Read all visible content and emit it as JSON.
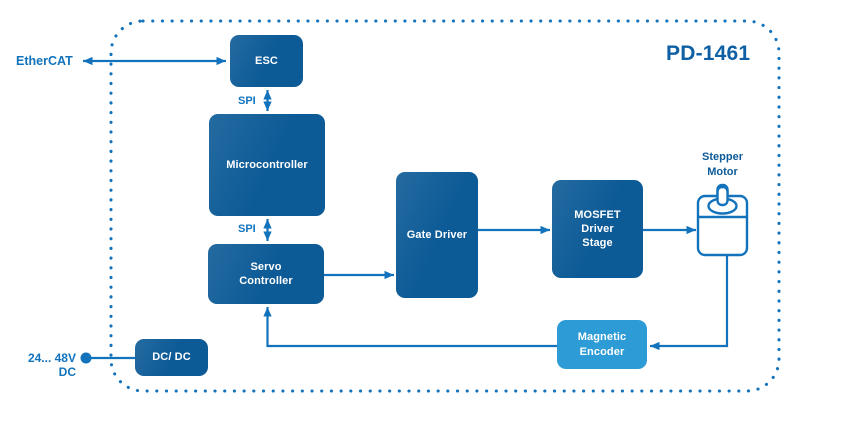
{
  "diagram": {
    "title": "PD-1461",
    "blocks": {
      "esc": {
        "label": "ESC"
      },
      "microcontroller": {
        "label": "Microcontroller"
      },
      "servo_controller": {
        "label": "Servo\nController"
      },
      "gate_driver": {
        "label": "Gate Driver"
      },
      "mosfet_driver_stage": {
        "label": "MOSFET\nDriver\nStage"
      },
      "dc_dc": {
        "label": "DC/ DC"
      },
      "magnetic_encoder": {
        "label": "Magnetic\nEncoder"
      }
    },
    "labels": {
      "ethercat": "EtherCAT",
      "spi_top": "SPI",
      "spi_bottom": "SPI",
      "stepper_motor": "Stepper\nMotor",
      "power_input": "24... 48V DC"
    },
    "icons": {
      "stepper_motor_icon": "stepper-motor outline drawing",
      "power_node_icon": "filled circle connector"
    },
    "connections": [
      {
        "from": "EtherCAT",
        "to": "ESC",
        "style": "bidirectional-arrow"
      },
      {
        "from": "ESC",
        "to": "Microcontroller",
        "label": "SPI",
        "style": "bidirectional-arrow"
      },
      {
        "from": "Microcontroller",
        "to": "Servo Controller",
        "label": "SPI",
        "style": "bidirectional-arrow"
      },
      {
        "from": "Servo Controller",
        "to": "Gate Driver",
        "style": "arrow"
      },
      {
        "from": "Gate Driver",
        "to": "MOSFET Driver Stage",
        "style": "arrow"
      },
      {
        "from": "MOSFET Driver Stage",
        "to": "Stepper Motor",
        "style": "arrow"
      },
      {
        "from": "Stepper Motor",
        "to": "Magnetic Encoder",
        "style": "arrow"
      },
      {
        "from": "Magnetic Encoder",
        "to": "Servo Controller",
        "style": "arrow"
      },
      {
        "from": "24... 48V DC",
        "to": "DC/ DC",
        "style": "plain-line"
      }
    ],
    "colors": {
      "block_fill": "#0c5a96",
      "line": "#1273bc",
      "encoder_fill": "#2d9bd5",
      "title_color": "#0f5fa4",
      "label_color": "#1273bc",
      "dark_label": "#0d5a98",
      "block_text": "#ffffff",
      "background": "#ffffff"
    }
  }
}
